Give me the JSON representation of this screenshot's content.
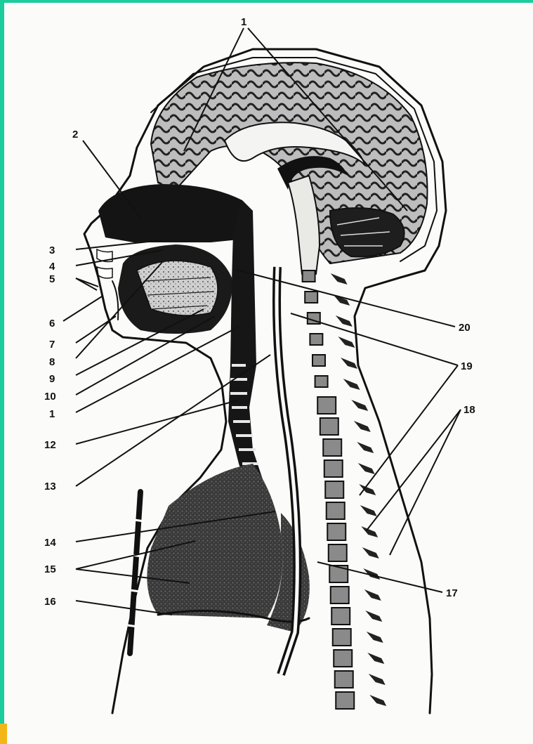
{
  "figure": {
    "colors": {
      "border": "#1ccc9c",
      "corner_accent": "#f2b617",
      "ink": "#111111",
      "paper": "#fbfbf9",
      "tissue": "#2a2a2a"
    },
    "labels": [
      "1",
      "2",
      "3",
      "4",
      "5",
      "6",
      "7",
      "8",
      "9",
      "10",
      "1",
      "12",
      "13",
      "14",
      "15",
      "16",
      "17",
      "18",
      "19",
      "20"
    ]
  }
}
